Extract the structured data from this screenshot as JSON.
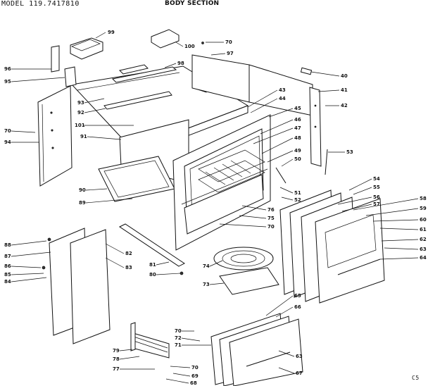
{
  "header": {
    "model": "MODEL 119.7417810",
    "title": "BODY SECTION",
    "corner_code": "C5"
  },
  "callouts": [
    {
      "n": "99"
    },
    {
      "n": "100"
    },
    {
      "n": "70"
    },
    {
      "n": "97"
    },
    {
      "n": "96"
    },
    {
      "n": "95"
    },
    {
      "n": "98"
    },
    {
      "n": "40"
    },
    {
      "n": "41"
    },
    {
      "n": "42"
    },
    {
      "n": "93"
    },
    {
      "n": "92"
    },
    {
      "n": "101"
    },
    {
      "n": "43"
    },
    {
      "n": "44"
    },
    {
      "n": "45"
    },
    {
      "n": "46"
    },
    {
      "n": "47"
    },
    {
      "n": "48"
    },
    {
      "n": "49"
    },
    {
      "n": "50"
    },
    {
      "n": "53"
    },
    {
      "n": "70"
    },
    {
      "n": "94"
    },
    {
      "n": "91"
    },
    {
      "n": "90"
    },
    {
      "n": "89"
    },
    {
      "n": "54"
    },
    {
      "n": "55"
    },
    {
      "n": "56"
    },
    {
      "n": "57"
    },
    {
      "n": "58"
    },
    {
      "n": "59"
    },
    {
      "n": "51"
    },
    {
      "n": "52"
    },
    {
      "n": "60"
    },
    {
      "n": "61"
    },
    {
      "n": "62"
    },
    {
      "n": "63"
    },
    {
      "n": "64"
    },
    {
      "n": "76"
    },
    {
      "n": "75"
    },
    {
      "n": "70"
    },
    {
      "n": "88"
    },
    {
      "n": "87"
    },
    {
      "n": "86"
    },
    {
      "n": "85"
    },
    {
      "n": "84"
    },
    {
      "n": "82"
    },
    {
      "n": "83"
    },
    {
      "n": "81"
    },
    {
      "n": "80"
    },
    {
      "n": "74"
    },
    {
      "n": "73"
    },
    {
      "n": "65"
    },
    {
      "n": "66"
    },
    {
      "n": "70"
    },
    {
      "n": "72"
    },
    {
      "n": "71"
    },
    {
      "n": "79"
    },
    {
      "n": "78"
    },
    {
      "n": "77"
    },
    {
      "n": "70"
    },
    {
      "n": "69"
    },
    {
      "n": "68"
    },
    {
      "n": "63"
    },
    {
      "n": "67"
    }
  ]
}
